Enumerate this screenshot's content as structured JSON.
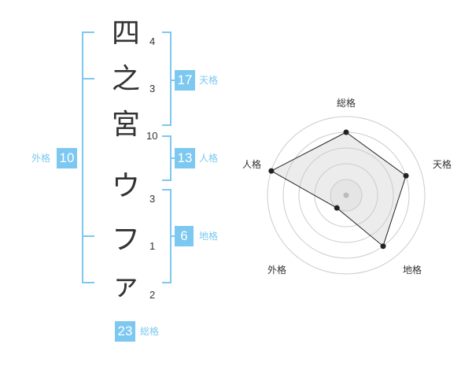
{
  "name": {
    "chars": [
      "四",
      "之",
      "宮",
      "ウ",
      "フ",
      "ァ"
    ],
    "strokes": [
      "4",
      "3",
      "10",
      "3",
      "1",
      "2"
    ]
  },
  "kaku": {
    "tenkaku": {
      "value": "17",
      "label": "天格"
    },
    "jinkaku": {
      "value": "13",
      "label": "人格"
    },
    "chikaku": {
      "value": "6",
      "label": "地格"
    },
    "gaikaku": {
      "value": "10",
      "label": "外格"
    },
    "soukaku": {
      "value": "23",
      "label": "総格"
    }
  },
  "radar": {
    "axes": [
      "総格",
      "天格",
      "地格",
      "外格",
      "人格"
    ],
    "levels": 5,
    "values": [
      4,
      4,
      4,
      1,
      5
    ],
    "colors": {
      "fill": "#eeeeee",
      "line": "#222222",
      "ring": "#cccccc",
      "center": "#bbbbbb"
    }
  },
  "colors": {
    "accent": "#7cc8f0"
  }
}
